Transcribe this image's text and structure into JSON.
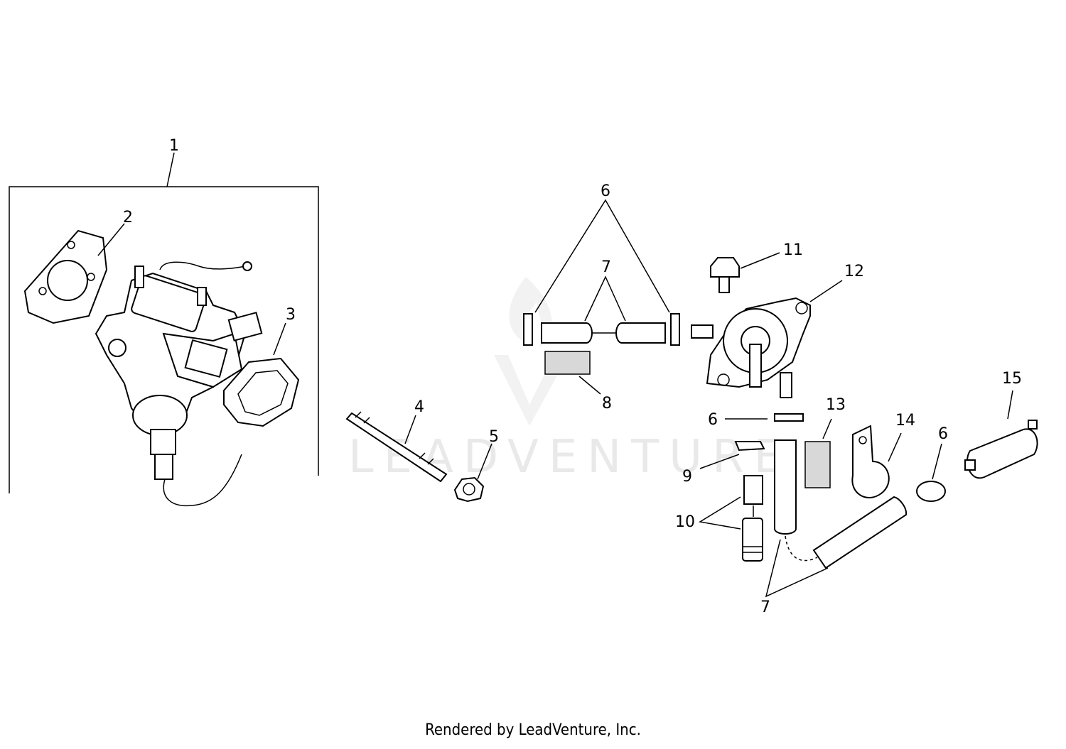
{
  "watermark": "LEADVENTURE",
  "footer": "Rendered by LeadVenture, Inc.",
  "callouts": [
    "1",
    "2",
    "3",
    "4",
    "5",
    "6",
    "7",
    "8",
    "6",
    "11",
    "12",
    "15",
    "6",
    "13",
    "14",
    "9",
    "6",
    "10",
    "7"
  ]
}
